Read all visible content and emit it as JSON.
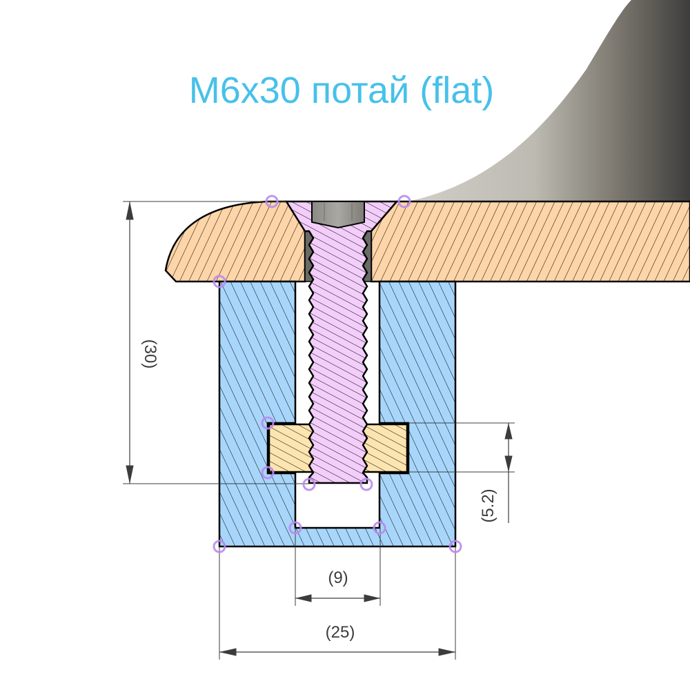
{
  "title": "M6x30 потай (flat)",
  "colors": {
    "title": "#47c1ea",
    "board": "#fdd5a8",
    "profile": "#a8d6fb",
    "screw": "#f3cefb",
    "nut": "#fde5b0",
    "insert": "#6b6b66",
    "snap_point": "#b98af0",
    "dimension": "#3c3c3c"
  },
  "parts": {
    "board": "board-section",
    "profile": "aluminum-profile-section",
    "screw": "countersunk-screw-M6x30",
    "nut": "t-nut",
    "insert": "threaded-insert"
  },
  "dimensions": {
    "height": "(30)",
    "nut_thickness": "(5.2)",
    "slot_width": "(9)",
    "profile_width": "(25)"
  }
}
